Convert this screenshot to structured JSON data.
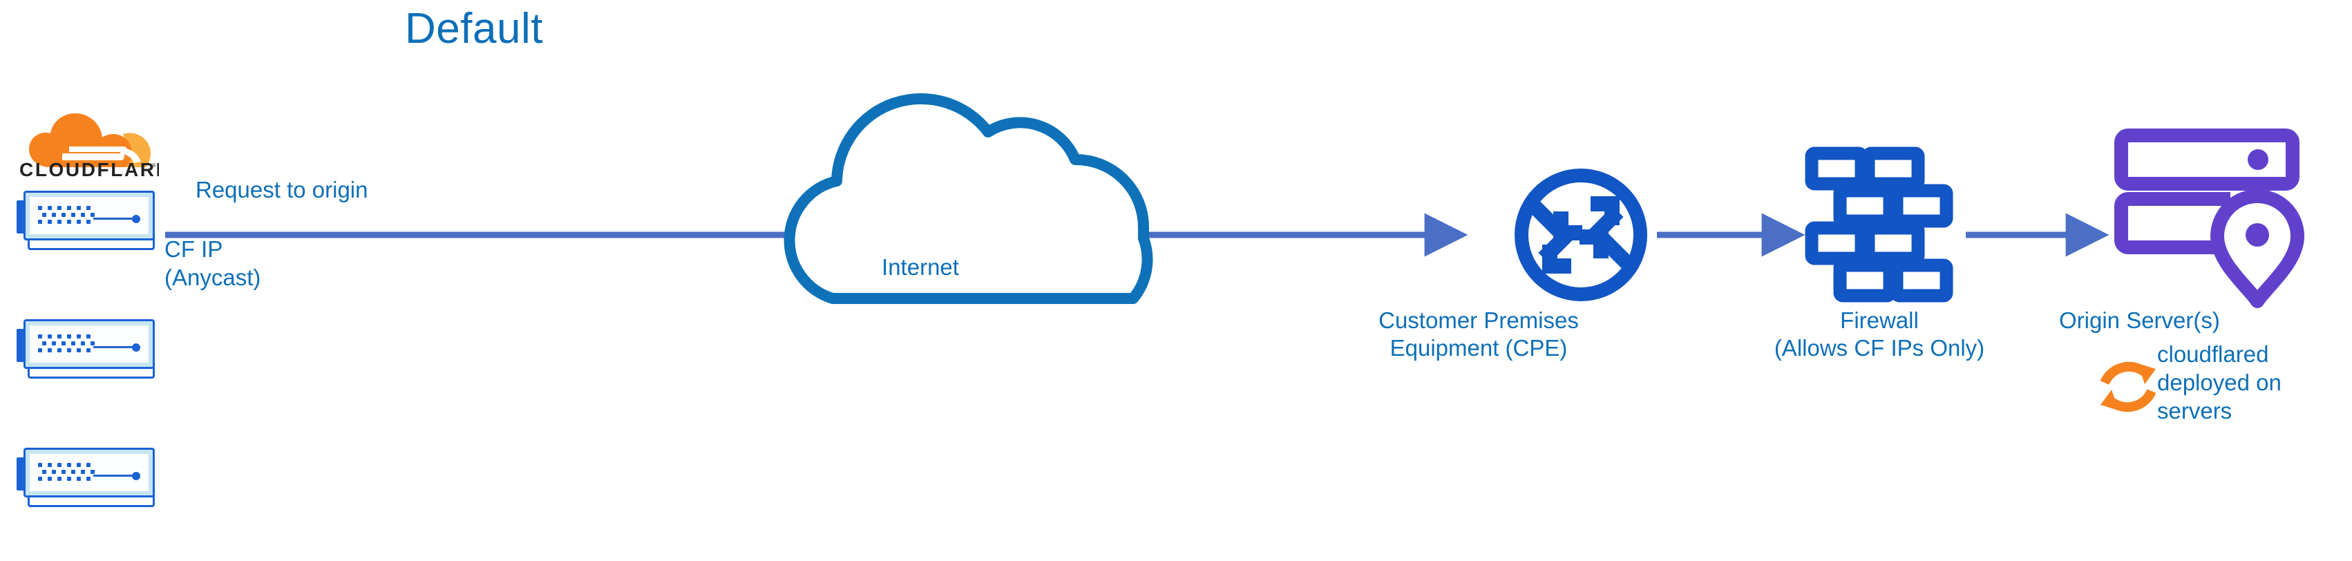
{
  "title": "Default",
  "colors": {
    "title_blue": "#0d6fb8",
    "label_blue": "#0d6fb8",
    "icon_blue": "#1255c4",
    "cloud_blue": "#0f72b8",
    "arrow_blue": "#4a6fc4",
    "server_blue": "#1a62d6",
    "server_fill": "#c5e6f2",
    "origin_purple": "#6141cc",
    "cloudflare_orange": "#f6821f",
    "cloudflare_orange_light": "#faad3f",
    "wordmark_black": "#222222"
  },
  "brand": {
    "logo_name": "cloudflare-logo",
    "wordmark": "CLOUDFLARE",
    "trademark": "®"
  },
  "edge": {
    "stack_count": 3,
    "stack_label": "CF IP\n(Anycast)",
    "vent_columns": 6,
    "vent_rows": 3
  },
  "flow": {
    "request_label": "Request to origin",
    "arrows": [
      {
        "name": "arrow-edge-to-cpe",
        "from": "cloudflare-edge",
        "to": "cpe"
      },
      {
        "name": "arrow-cpe-to-firewall",
        "from": "cpe",
        "to": "firewall"
      },
      {
        "name": "arrow-firewall-to-origin",
        "from": "firewall",
        "to": "origin-server"
      }
    ]
  },
  "nodes": [
    {
      "id": "internet",
      "icon": "cloud-icon",
      "label": "Internet"
    },
    {
      "id": "cpe",
      "icon": "router-icon",
      "label": "Customer Premises\nEquipment (CPE)"
    },
    {
      "id": "firewall",
      "icon": "brick-wall-icon",
      "label": "Firewall\n(Allows CF IPs Only)"
    },
    {
      "id": "origin-server",
      "icon": "server-pin-icon",
      "label": "Origin Server(s)"
    }
  ],
  "annotation": {
    "icon": "refresh-cycle-icon",
    "text": "cloudflared\ndeployed on\nservers"
  }
}
